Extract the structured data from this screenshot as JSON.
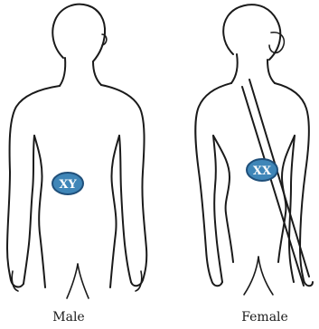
{
  "figures": [
    {
      "label": "Male",
      "chromosomes": "XY"
    },
    {
      "label": "Female",
      "chromosomes": "XX"
    }
  ],
  "colors": {
    "badge_fill": "#3f86b8",
    "badge_stroke": "#1f4f7a",
    "outline": "#1a1a1a"
  }
}
